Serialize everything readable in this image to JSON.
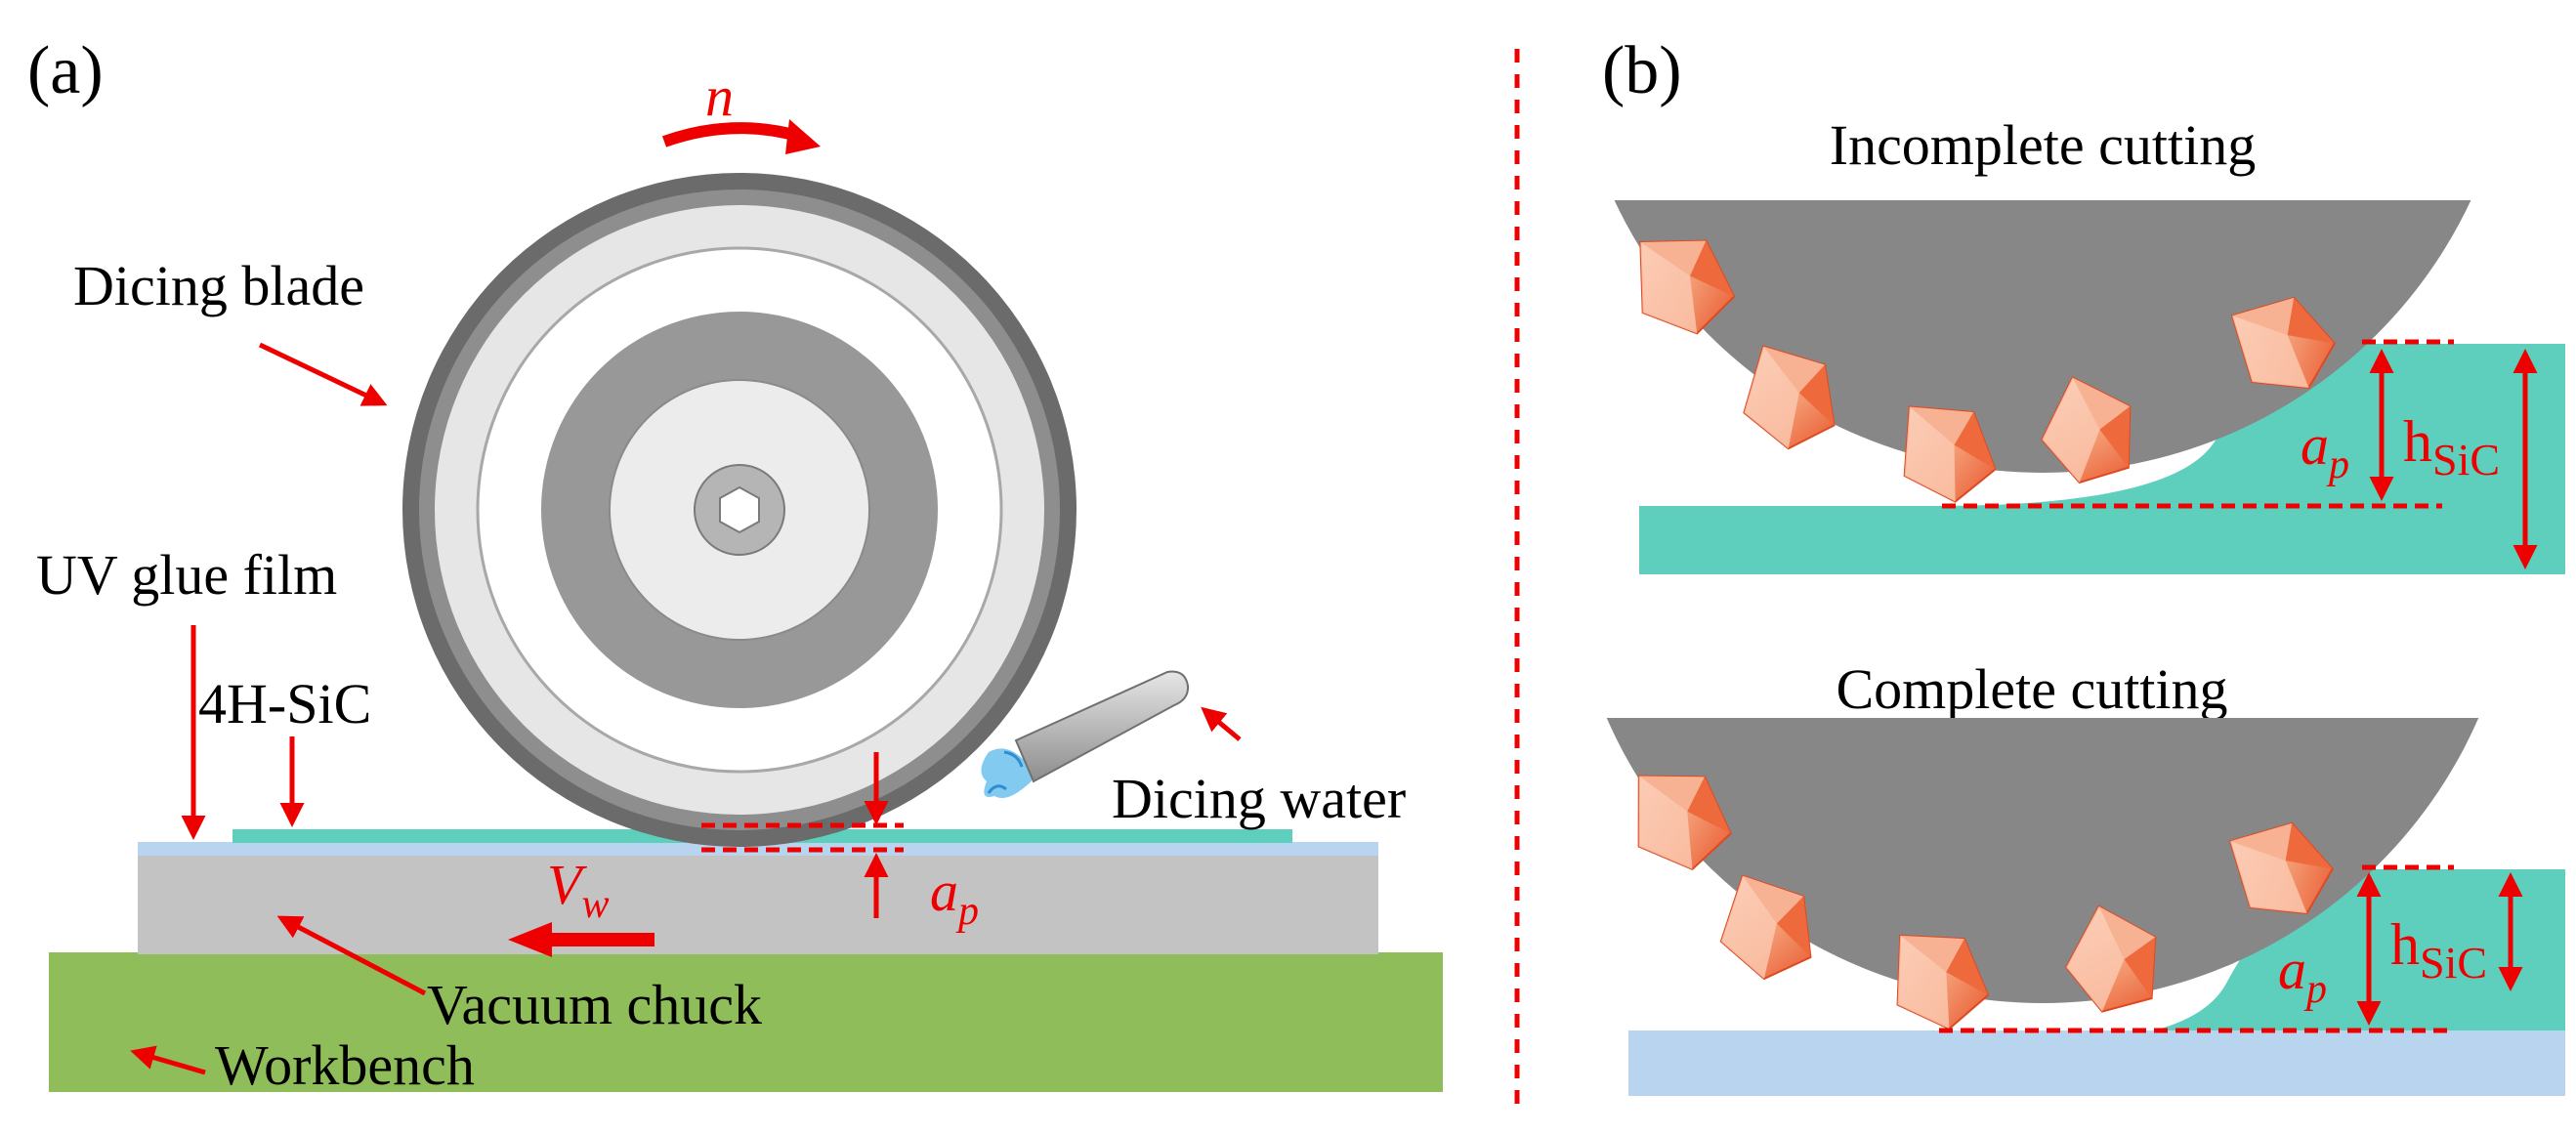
{
  "panel_a": {
    "panel_label": "(a)",
    "labels": {
      "rotation": "n",
      "dicing_blade": "Dicing blade",
      "uv_glue_film": "UV glue film",
      "sic": "4H-SiC",
      "dicing_water": "Dicing water",
      "feed_speed": "V",
      "feed_speed_sub": "w",
      "depth": "a",
      "depth_sub": "p",
      "vacuum_chuck": "Vacuum chuck",
      "workbench": "Workbench"
    }
  },
  "panel_b": {
    "panel_label": "(b)",
    "incomplete": {
      "title": "Incomplete cutting",
      "depth": "a",
      "depth_sub": "p",
      "thickness": "h",
      "thickness_sub": "SiC"
    },
    "complete": {
      "title": "Complete cutting",
      "depth": "a",
      "depth_sub": "p",
      "thickness": "h",
      "thickness_sub": "SiC"
    }
  },
  "colors": {
    "annotation_red": "#ee0000",
    "sic_teal": "#5fcfbd",
    "uv_film_blue": "#b8d4ee",
    "vacuum_chuck_gray": "#c3c3c3",
    "workbench_green": "#8fbd5a",
    "blade_dark_gray": "#6a6a6a",
    "abrasive_orange": "#f07040"
  }
}
